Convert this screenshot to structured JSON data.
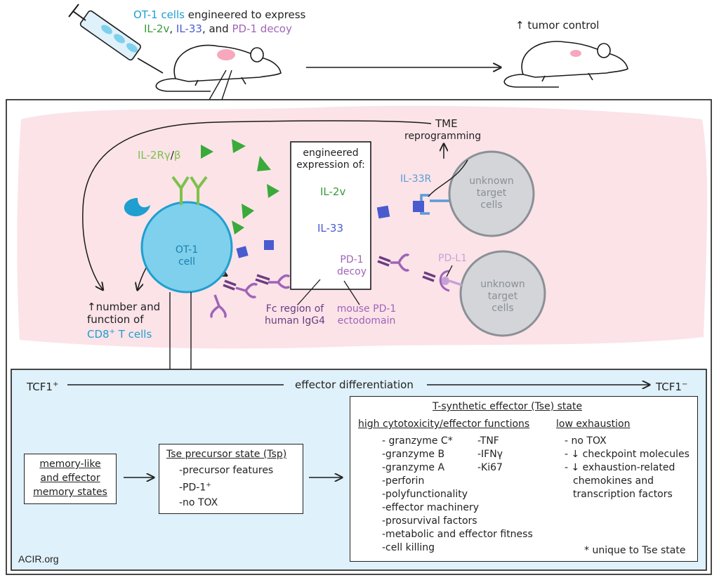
{
  "header": {
    "injection_line1_cells": "OT-1 cells",
    "injection_line1_rest": " engineered to express",
    "il2v": "IL-2v",
    "il33": "IL-33",
    "and_text": ", and",
    "pd1decoy": "PD-1 decoy",
    "tumor_control": "↑ tumor control"
  },
  "tme": {
    "title": "TME",
    "subtitle": "reprogramming",
    "il2r_a": "IL-2R",
    "il2r_gamma": "γ",
    "il2r_slash": "/",
    "il2r_beta": "β",
    "il33r": "IL-33R",
    "pdl1": "PD-L1",
    "target1": "unknown\ntarget\ncells",
    "target2": "unknown\ntarget\ncells",
    "ot1_cell": "OT-1\ncell",
    "engineered_title": "engineered\nexpression of:",
    "eng_il2v": "IL-2v",
    "eng_il33": "IL-33",
    "eng_pd1": "PD-1\ndecoy",
    "fc_region": "Fc region of\nhuman IgG4",
    "mouse_pd1": "mouse PD-1\nectodomain",
    "cd8_line1": "↑number and",
    "cd8_line2": "function of",
    "cd8_line3": "CD8",
    "cd8_sup": "+",
    "cd8_tail": " T cells"
  },
  "lower": {
    "tcf_left": "TCF1",
    "tcf_left_sup": "+",
    "tcf_right": "TCF1",
    "tcf_right_sup": "−",
    "effector_diff": "effector differentiation",
    "memory_box": [
      "memory-like",
      "and effector",
      "memory states"
    ],
    "tsp_title": "Tse precursor state (Tsp)",
    "tsp_items": [
      "-precursor features",
      "-PD-1",
      "-no TOX"
    ],
    "tsp_sup": "+",
    "tse_title": "T-synthetic effector (Tse) state",
    "high_cyto_heading": "high cytotoxicity/effector functions",
    "low_exh_heading": "low exhaustion",
    "col1": [
      "- granzyme C*",
      "-granzyme B",
      "-granzyme A",
      "-perforin",
      "-polyfunctionality",
      "-effector machinery",
      "-prosurvival  factors",
      "-metabolic and effector fitness",
      "-cell killing"
    ],
    "col2": [
      "-TNF",
      "-IFNγ",
      "-Ki67"
    ],
    "col3": [
      "- no TOX",
      "- ↓ checkpoint molecules",
      "- ↓ exhaustion-related",
      "chemokines and",
      "transcription factors"
    ],
    "footnote": "* unique to Tse state",
    "source": "ACIR.org"
  },
  "colors": {
    "pink_bg": "#fbe3e8",
    "blue_bg": "#dff1fa",
    "ot1_cell": "#7fd0ec",
    "target_cell": "#d3d5d8",
    "il2v_green": "#3aaa3a",
    "il33_blue": "#4a5bd0",
    "decoy_purple": "#a064b8"
  }
}
